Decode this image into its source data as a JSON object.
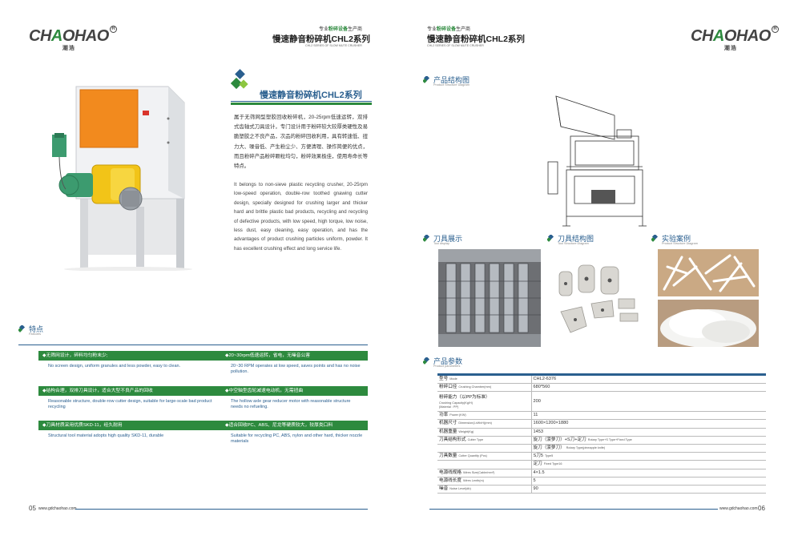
{
  "left": {
    "header": {
      "tag_pre": "专业",
      "tag_em": "粉碎设备",
      "tag_post": "生产商",
      "title": "慢速静音粉碎机CHL2系列",
      "subtitle": "CHL2 SERIES OF SLOW MUTE CRUSHER"
    },
    "logo": {
      "text_a": "CH",
      "text_o": "A",
      "text_b": "OHAO",
      "cn": "潮浩",
      "reg": "R"
    },
    "intro": {
      "title": "慢速静音粉碎机CHL2系列",
      "cn": "属于无筛网型塑胶回收粉碎机，20-25rpm低速运转，双排式齿轴式刀具设计，专门设计用于粉碎较大较厚类硬性及易脆塑胶之不良产品，次品的粉碎回收利用，具有转速低、扭力大、噪音低、产生粉尘少、方便清理、操作简便的优点，而且粉碎产品粉碎颗粒均匀，粉碎效果极佳，使用寿命长等特点。",
      "en": "It belongs to non-sieve plastic recycling crusher, 20-25rpm low-speed operation, double-row toothed gnawing cutter design, specially designed for crushing larger and thicker hard and brittle plastic bad products, recycling and recycling of defective products, with low speed, high torque, low noise, less dust, easy cleaning, easy operation, and has the advantages of product crushing particles uniform, powder. It has excellent crushing effect and long service life."
    },
    "features_heading": {
      "title": "特点",
      "sub": "Features"
    },
    "features": [
      {
        "cn": "◆无筛网设计，碎料均匀粉末少;",
        "en": "No screen design, uniform granules and less powder, easy to clean."
      },
      {
        "cn": "◆20~30rpm低速运转，省电，无噪音公害",
        "en": "20~30 RPM operates at low speed, saves points and has no noise pollution."
      },
      {
        "cn": "◆结构合理，双排刀具设计，适合大型不良产品的回收",
        "en": "Reasonable structure, double-row cutter design, suitable for large-scale bad product recycling"
      },
      {
        "cn": "◆中空轴型齿轮减速电动机，无需扭曲",
        "en": "The hollow axle gear reducer motor with reasonable structure needs no refueling."
      },
      {
        "cn": "◆刀具材质采用优质SKD-11，经久耐用",
        "en": "Structural tool material adopts high quality SKD-11, durable"
      },
      {
        "cn": "◆适合回收PC、ABS、尼龙等硬质较大，较厚类口料",
        "en": "Suitable for recycling PC, ABS, nylon and other hard, thicker nozzle materials"
      }
    ],
    "footer": {
      "url": "www.gdchaohao.com",
      "page": "05"
    }
  },
  "right": {
    "header": {
      "tag_pre": "专业",
      "tag_em": "粉碎设备",
      "tag_post": "生产商",
      "title": "慢速静音粉碎机CHL2系列",
      "subtitle": "CHL2 SERIES OF SLOW MUTE CRUSHER"
    },
    "logo": {
      "text_a": "CH",
      "text_o": "A",
      "text_b": "OHAO",
      "cn": "潮浩",
      "reg": "R"
    },
    "structure": {
      "title": "产品结构图",
      "sub": "Product Structure Diagram"
    },
    "tool": {
      "title": "刀具展示",
      "sub": "Tool display"
    },
    "tool_struct": {
      "title": "刀具结构图",
      "sub": "Tool Structure Diagram"
    },
    "cases": {
      "title": "实验案例",
      "sub": "Product Structure Diagram"
    },
    "params": {
      "title": "产品参数",
      "sub": "Product parameters"
    },
    "table": [
      {
        "k": "型号",
        "ken": "Mode",
        "v": "CHL2-6376"
      },
      {
        "k": "粉碎口径",
        "ken": "Crushing Chamber(mm)",
        "v": "680*560"
      },
      {
        "k": "粉碎能力（以PP为标准）",
        "ken": "Crushing Capacity(Kg/H)",
        "ken2": "(Material : PP)",
        "v": "200",
        "tall": true
      },
      {
        "k": "功率",
        "ken": "Power (KW)",
        "v": "11"
      },
      {
        "k": "机器尺寸",
        "ken": "Dimension(LxWxH)(mm)",
        "v": "1600×1200×1880"
      },
      {
        "k": "机器重量",
        "ken": "Weight(Kg)",
        "v": "1453"
      },
      {
        "k": "刀具结构形式",
        "ken": "Cutter Type",
        "v": "旋刀（菠萝刀）+S刀+定刀",
        "ven": "Rotary Type+S Type+Fixed Type"
      },
      {
        "k": "",
        "ken": "",
        "v": "旋刀（菠萝刀）",
        "ven": "Rotary Type(pineapple knife)"
      },
      {
        "k": "刀具数量",
        "ken": "Cutter Quantity (Pcs)",
        "v": "S刀5",
        "ven": "Type5"
      },
      {
        "k": "",
        "ken": "",
        "v": "定刀",
        "ven": "Fixed Type16"
      },
      {
        "k": "电源线规格",
        "ken": "Wires Size(Cable/mm²)",
        "v": "4×1.5"
      },
      {
        "k": "电源线长度",
        "ken": "Wires Lenth(m)",
        "v": "5"
      },
      {
        "k": "噪音",
        "ken": "Noise Level(db)",
        "v": "90"
      }
    ],
    "footer": {
      "url": "www.gdchaohao.com",
      "page": "06"
    }
  },
  "colors": {
    "green": "#2d8a3e",
    "blue": "#2a5f8f",
    "orange": "#f28a1e",
    "yellow": "#f2c418",
    "machine_green": "#3c9b6f"
  }
}
